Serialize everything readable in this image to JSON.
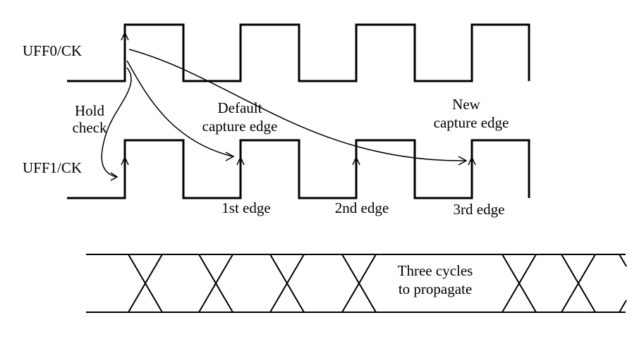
{
  "signals": {
    "clk0": "UFF0/CK",
    "clk1": "UFF1/CK"
  },
  "annotations": {
    "hold_line1": "Hold",
    "hold_line2": "check",
    "default_line1": "Default",
    "default_line2": "capture edge",
    "new_line1": "New",
    "new_line2": "capture edge",
    "edge1": "1st edge",
    "edge2": "2nd edge",
    "edge3": "3rd edge",
    "bus_line1": "Three cycles",
    "bus_line2": "to propagate"
  }
}
